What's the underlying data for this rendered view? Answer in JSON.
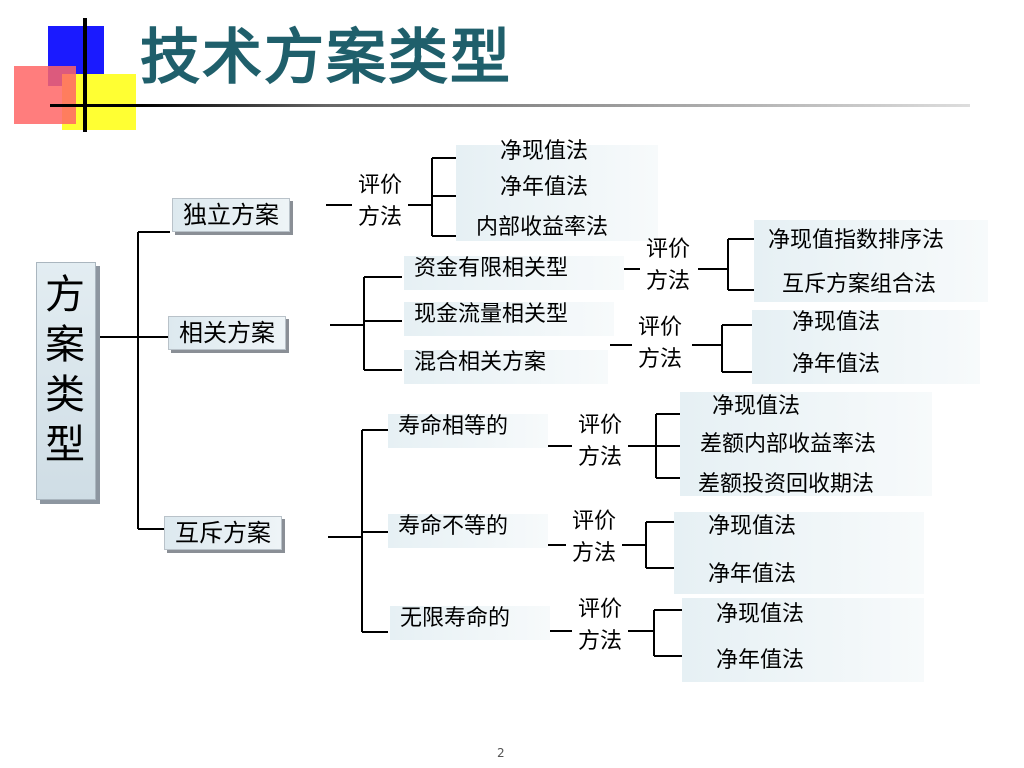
{
  "title": "技术方案类型",
  "root": "方案类型",
  "method_label": "评价方法",
  "categories": {
    "independent": "独立方案",
    "related": "相关方案",
    "exclusive": "互斥方案"
  },
  "independent_methods": [
    "净现值法",
    "净年值法",
    "内部收益率法"
  ],
  "related_types": [
    "资金有限相关型",
    "现金流量相关型",
    "混合相关方案"
  ],
  "capital_limited_methods": [
    "净现值指数排序法",
    "互斥方案组合法"
  ],
  "cashflow_methods": [
    "净现值法",
    "净年值法"
  ],
  "exclusive_types": [
    "寿命相等的",
    "寿命不等的",
    "无限寿命的"
  ],
  "equal_life_methods": [
    "净现值法",
    "差额内部收益率法",
    "差额投资回收期法"
  ],
  "unequal_life_methods": [
    "净现值法",
    "净年值法"
  ],
  "infinite_life_methods": [
    "净现值法",
    "净年值法"
  ],
  "page_number": "2",
  "colors": {
    "title": "#1f5f6b",
    "blue_square": "#1a1aff",
    "yellow_square": "#ffff33",
    "red_square": "#ff4444"
  }
}
